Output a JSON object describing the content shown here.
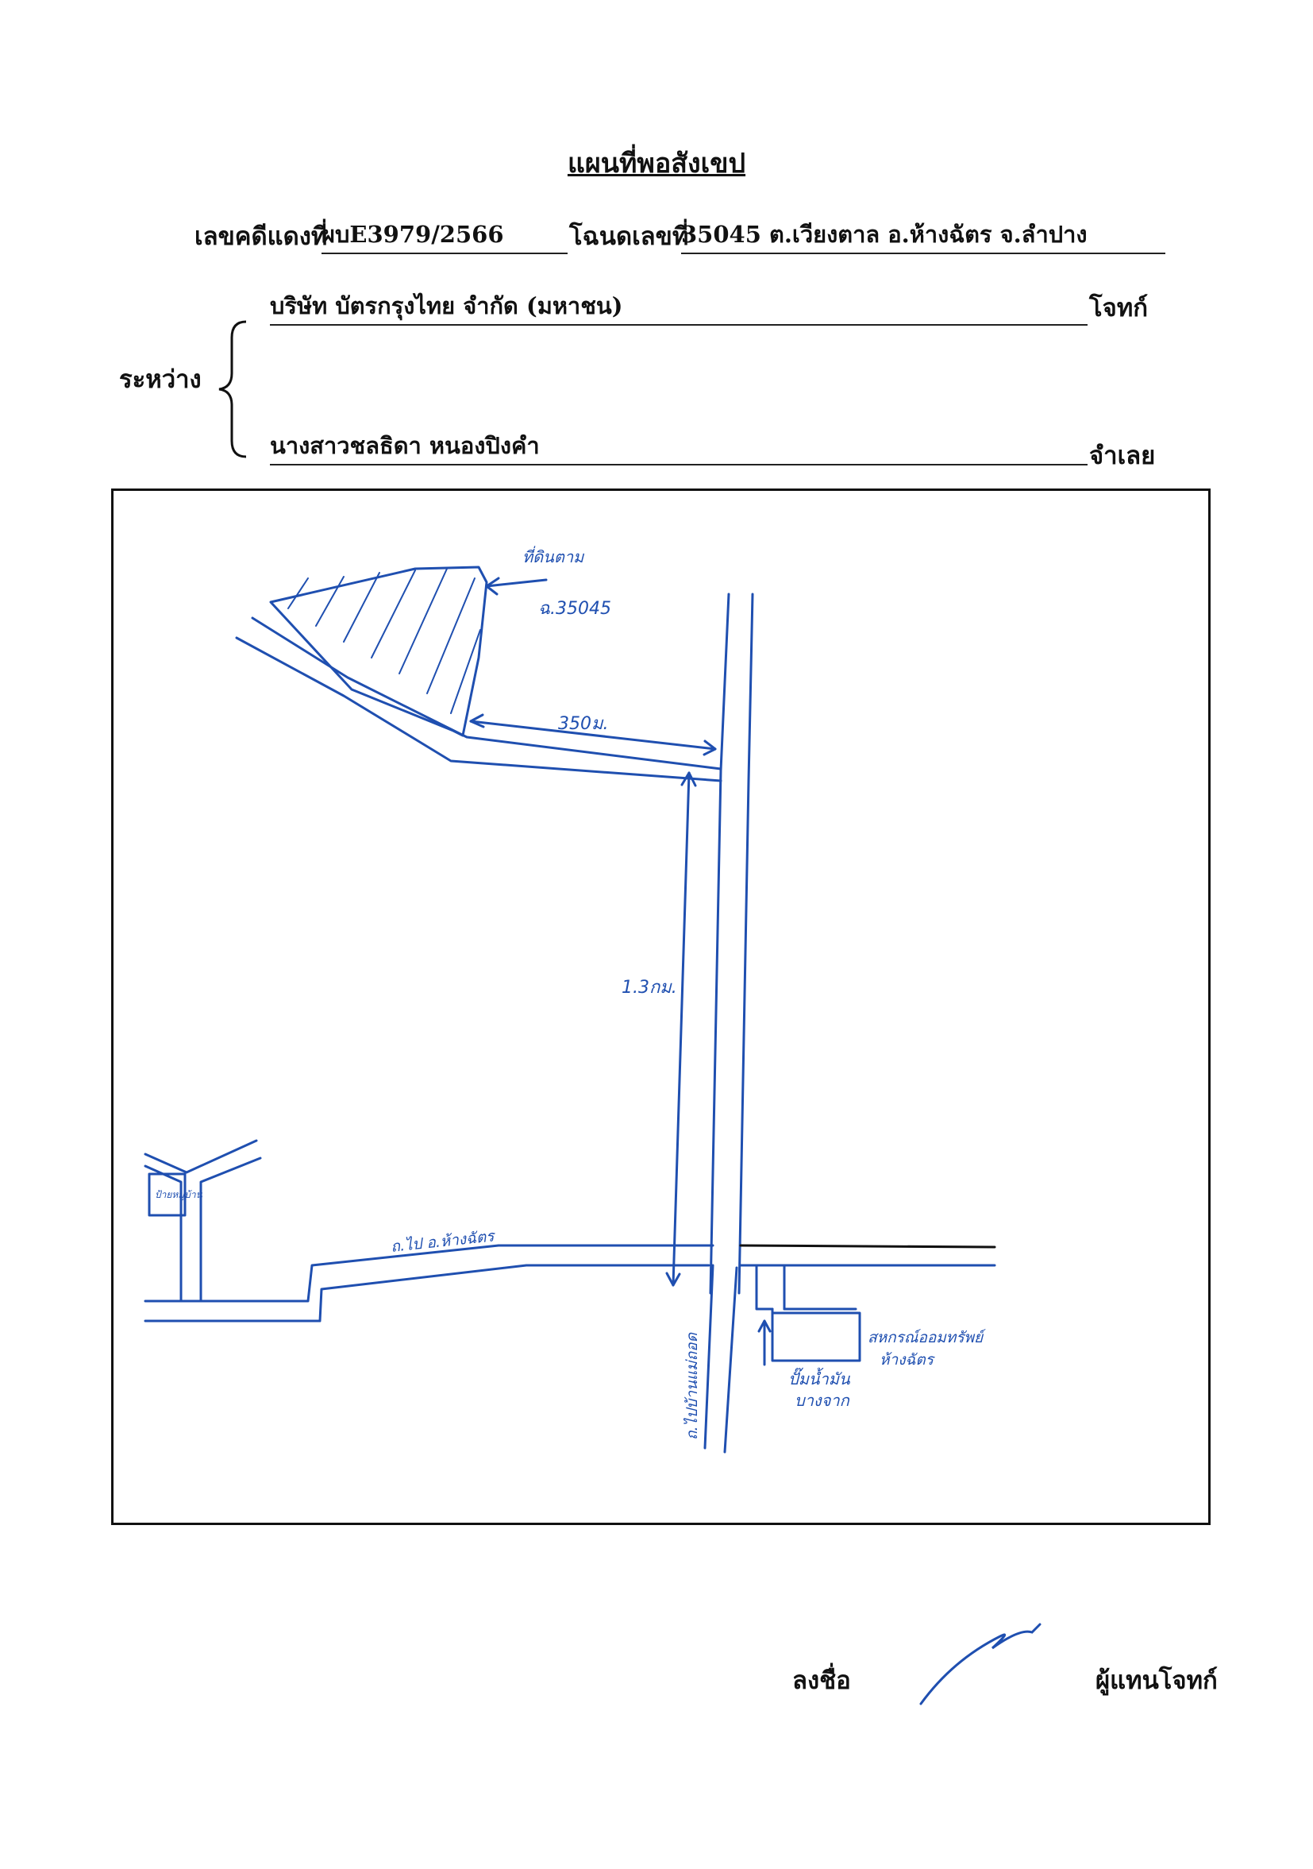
{
  "document": {
    "title": "แผนที่พอสังเขป",
    "case_label": "เลขคดีแดงที่",
    "case_number": "ผบE3979/2566",
    "deed_label": "โฉนดเลขที่",
    "deed_value": "35045 ต.เวียงตาล อ.ห้างฉัตร จ.ลำปาง",
    "between_label": "ระหว่าง",
    "plaintiff_name": "บริษัท บัตรกรุงไทย จำกัด (มหาชน)",
    "plaintiff_role": "โจทก์",
    "defendant_name": "นางสาวชลธิดา หนองปิงคำ",
    "defendant_role": "จำเลย",
    "signature_label": "ลงชื่อ",
    "signer_role": "ผู้แทนโจทก์"
  },
  "map": {
    "plot_owner_note": "ที่ดินตาม",
    "deed_note": "ฉ.35045",
    "distance_side_road": "350ม.",
    "distance_main_road": "1.3กม.",
    "road_west_label": "ถ.ไป อ.ห้างฉัตร",
    "road_south_label": "ถ.ไปบ้านแม่ถอด",
    "gas_station_label": "ปั๊มน้ำมัน",
    "gas_station_sub": "บางจาก",
    "school_label": "สหกรณ์ออมทรัพย์",
    "school_sub": "ห้างฉัตร",
    "corner_sign_label": "ป้ายหมู่บ้าน"
  },
  "colors": {
    "ink": "#1f4fb0",
    "print": "#111111"
  }
}
